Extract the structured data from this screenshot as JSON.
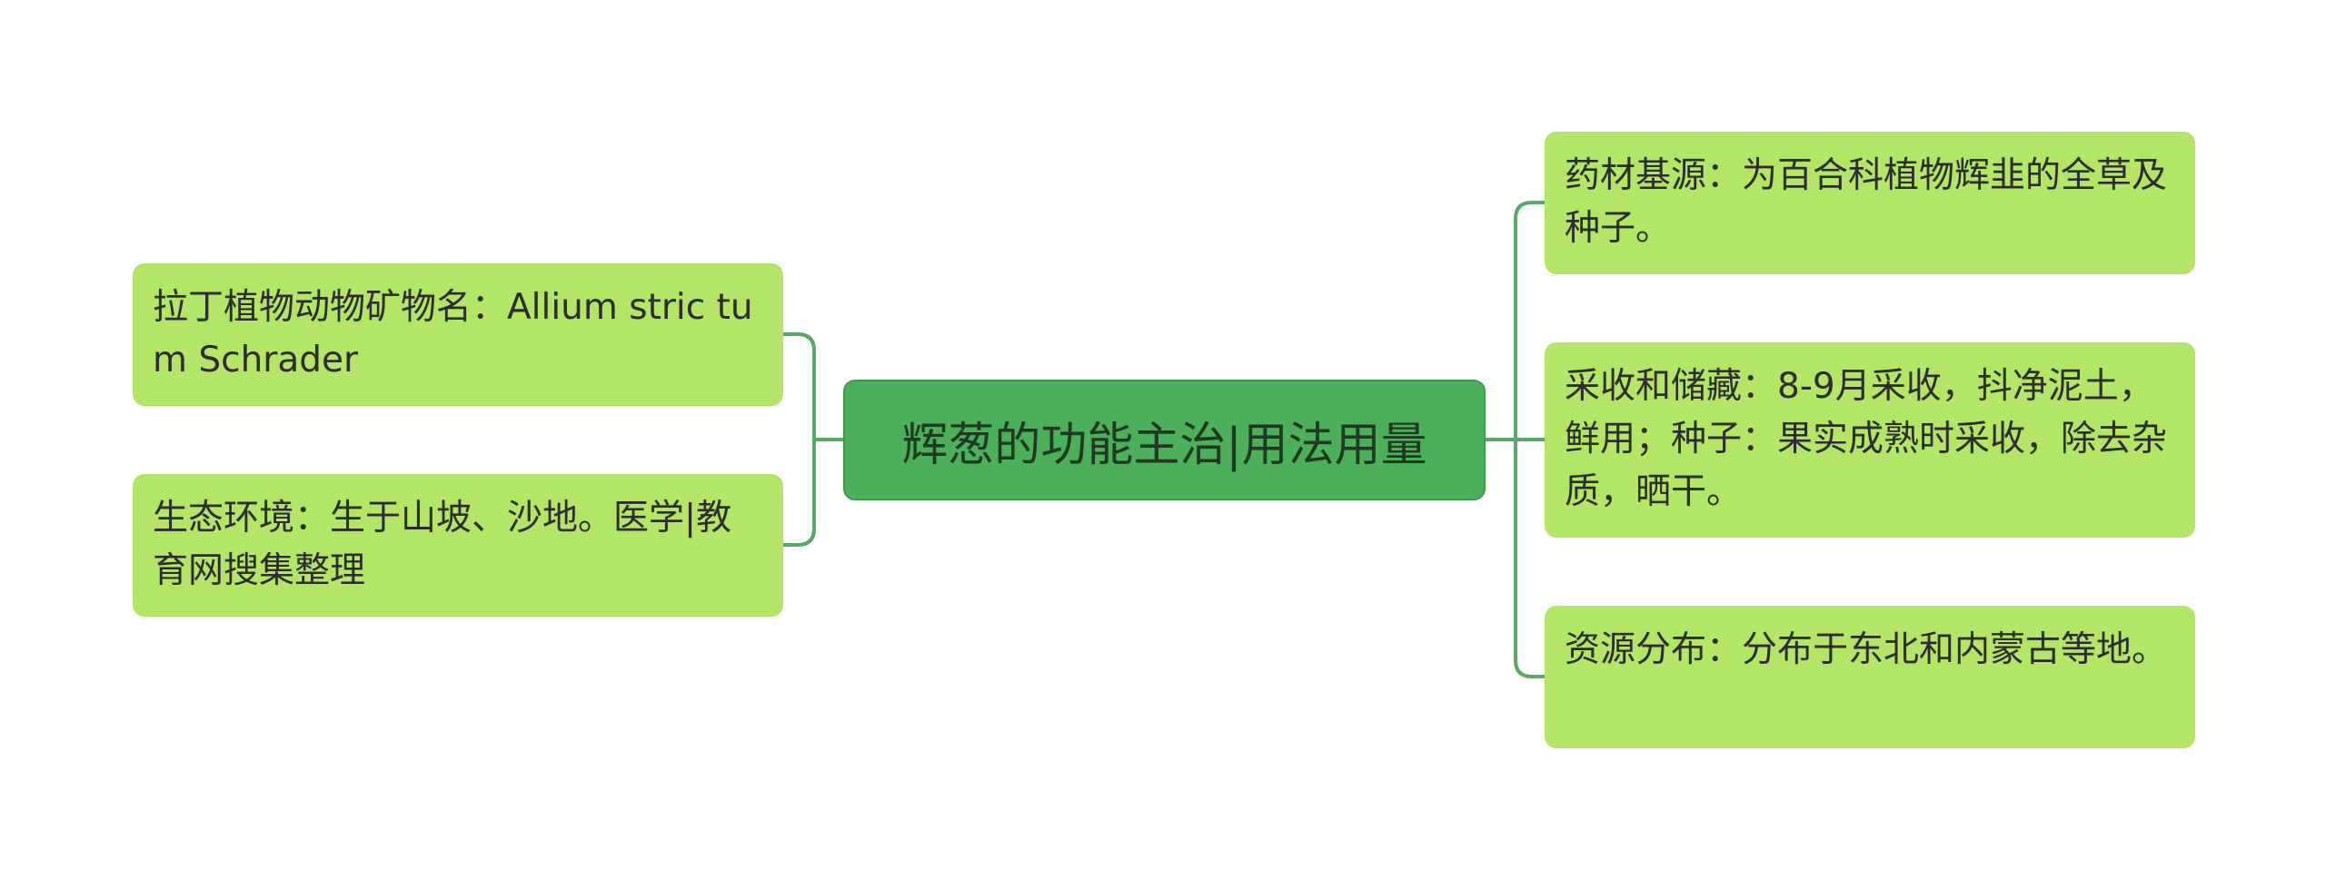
{
  "center": {
    "title": "辉葱的功能主治|用法用量"
  },
  "left_nodes": [
    {
      "text": "拉丁植物动物矿物名：Allium stric tum Schrader"
    },
    {
      "text": "生态环境：生于山坡、沙地。医学|教育网搜集整理"
    }
  ],
  "right_nodes": [
    {
      "text": "药材基源：为百合科植物辉韭的全草及种子。"
    },
    {
      "text": "采收和储藏：8-9月采收，抖净泥土，鲜用；种子：果实成熟时采收，除去杂质，晒干。"
    },
    {
      "text": "资源分布：分布于东北和内蒙古等地。"
    }
  ],
  "colors": {
    "leaf_fill": "#b3e566",
    "center_fill": "#4caf5c",
    "connector": "#5aa865"
  }
}
